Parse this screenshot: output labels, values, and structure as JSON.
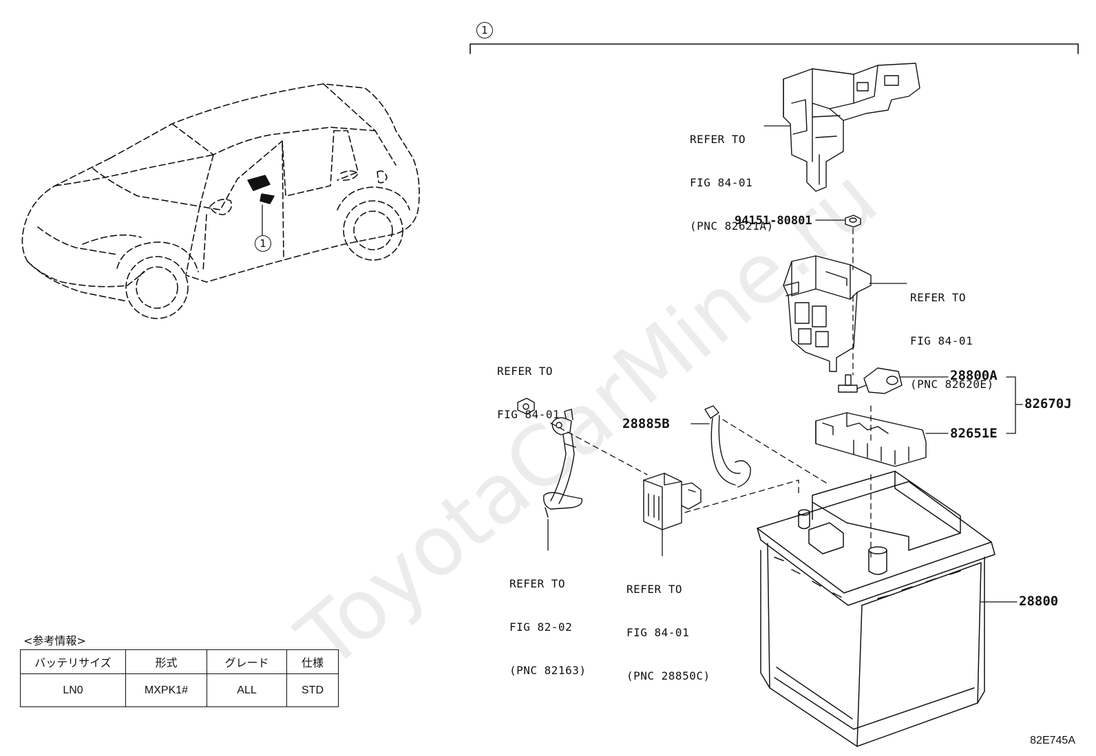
{
  "watermark": "ToyotaCarMine.ru",
  "callout_number": "1",
  "labels": {
    "upper_relay_ref": [
      "REFER TO",
      "FIG 84-01",
      "(PNC 82621A)"
    ],
    "nut": "94151-80801",
    "relay_block_ref": [
      "REFER TO",
      "FIG 84-01",
      "(PNC 82620E)"
    ],
    "left_nut_ref": [
      "REFER TO",
      "FIG 84-01"
    ],
    "cable_ref": [
      "REFER TO",
      "FIG 82-02",
      "(PNC 82163)"
    ],
    "sensor_ref": [
      "REFER TO",
      "FIG 84-01",
      "(PNC 28850C)"
    ]
  },
  "part_numbers": {
    "terminal_clamp": "28800A",
    "cover": "82651E",
    "assembly": "82670J",
    "cable": "28885B",
    "battery": "28800"
  },
  "reference_table": {
    "title": "<参考情報>",
    "headers": [
      "バッテリサイズ",
      "形式",
      "グレード",
      "仕様"
    ],
    "row": [
      "LN0",
      "MXPK1#",
      "ALL",
      "STD"
    ]
  },
  "illustration_code": "82E745A"
}
